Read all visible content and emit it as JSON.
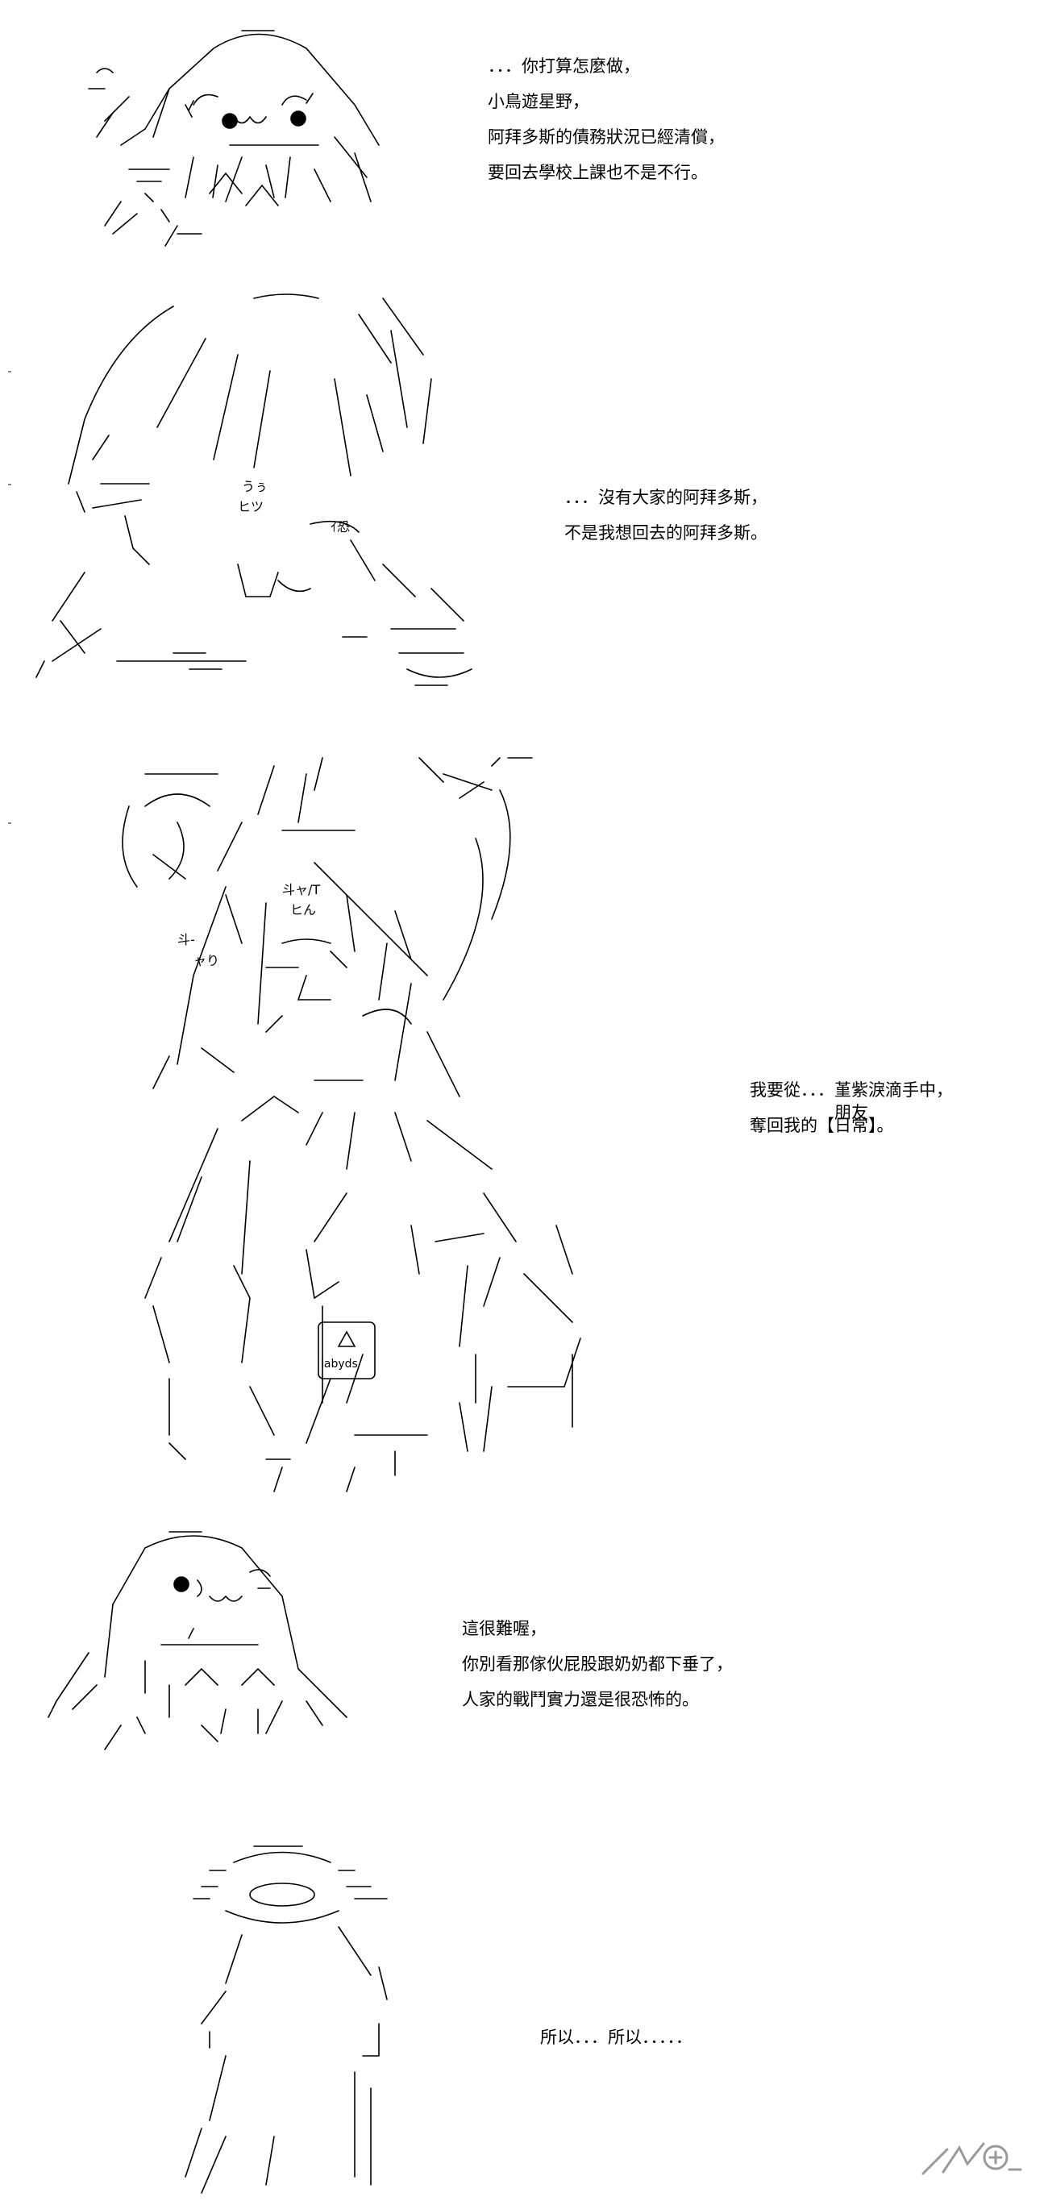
{
  "panels": [
    {
      "id": "panel-1",
      "lines": [
        "．．．你打算怎麼做，",
        "小鳥遊星野，",
        "阿拜多斯的債務狀況已經清償，",
        "要回去學校上課也不是不行。"
      ]
    },
    {
      "id": "panel-2",
      "lines": [
        "．．．沒有大家的阿拜多斯，",
        "不是我想回去的阿拜多斯。"
      ],
      "art_text": {
        "sfx_1": "うぅ",
        "sfx_2": "ヒツ",
        "sfx_3": "ｲ恐"
      }
    },
    {
      "id": "panel-3",
      "lines": [
        "我要從．．．堇紫淚滴手中，",
        "奪回我的【日常】。"
      ],
      "ruby": "朋友",
      "art_text": {
        "sfx_1": "斗ャ/T",
        "sfx_2": "ヒん",
        "sfx_3": "斗-",
        "sfx_4": "ャり",
        "badge": "labyds"
      }
    },
    {
      "id": "panel-4",
      "lines": [
        "這很難喔，",
        "你別看那傢伙屁股跟奶奶都下垂了，",
        "人家的戰鬥實力還是很恐怖的。"
      ]
    },
    {
      "id": "panel-5",
      "lines": [
        "所以．．．所以．．．．．"
      ]
    }
  ],
  "colors": {
    "ink": "#000000",
    "paper": "#ffffff",
    "watermark": "#9a9a9a"
  },
  "watermark": {
    "icon": "dm5-logo-icon"
  }
}
